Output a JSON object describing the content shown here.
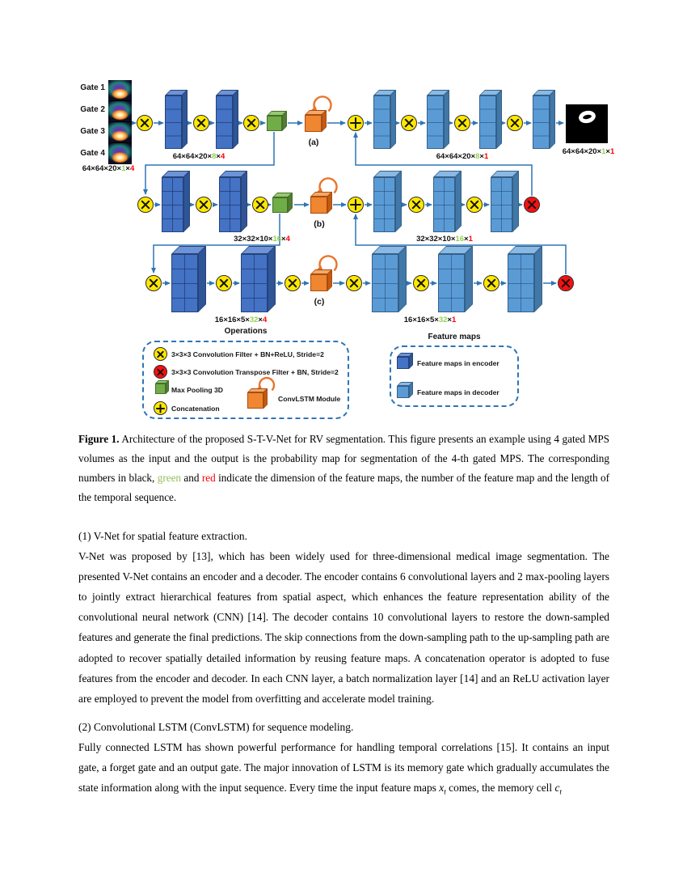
{
  "figure": {
    "gates": [
      "Gate 1",
      "Gate 2",
      "Gate 3",
      "Gate 4"
    ],
    "tags": {
      "a": "(a)",
      "b": "(b)",
      "c": "(c)"
    },
    "dims": {
      "input": {
        "prefix": "64×64×20×",
        "fm": "1",
        "sep": "×",
        "t": "4"
      },
      "a_enc": {
        "prefix": "64×64×20×",
        "fm": "8",
        "sep": "×",
        "t": "4"
      },
      "a_dec": {
        "prefix": "64×64×20×",
        "fm": "8",
        "sep": "×",
        "t": "1"
      },
      "a_out": {
        "prefix": "64×64×20×",
        "fm": "1",
        "sep": "×",
        "t": "1"
      },
      "b_enc": {
        "prefix": "32×32×10×",
        "fm": "16",
        "sep": "×",
        "t": "4"
      },
      "b_dec": {
        "prefix": "32×32×10×",
        "fm": "16",
        "sep": "×",
        "t": "1"
      },
      "c_enc": {
        "prefix": "16×16×5×",
        "fm": "32",
        "sep": "×",
        "t": "4"
      },
      "c_dec": {
        "prefix": "16×16×5×",
        "fm": "32",
        "sep": "×",
        "t": "1"
      }
    },
    "legend_operations": {
      "title": "Operations",
      "items": [
        "3×3×3 Convolution Filter + BN+ReLU, Stride=2",
        "3×3×3 Convolution Transpose Filter + BN, Stride=2",
        "Max Pooling 3D",
        "Concatenation",
        "ConvLSTM Module"
      ]
    },
    "legend_features": {
      "title": "Feature maps",
      "items": [
        "Feature maps in encoder",
        "Feature maps in decoder"
      ]
    },
    "colors": {
      "encoder": "#4472C4",
      "decoder": "#5B9BD5",
      "conv": "#FFE800",
      "deconv": "#FA0F0F",
      "pool": "#70AD47",
      "lstm": "#F0862F",
      "green_text": "#92D050",
      "red_text": "#FF0000",
      "arrow": "#2E75B6"
    }
  },
  "caption": {
    "label": "Figure 1.",
    "t1": " Architecture of the proposed S-T-V-Net for RV segmentation. This figure presents an example using 4 gated MPS volumes as the input and the output is the probability map for segmentation of the 4-th gated MPS. The corresponding numbers in black, ",
    "green_word": "green",
    "t2": " and ",
    "red_word": "red",
    "t3": " indicate the dimension of the feature maps, the number of the feature map and the length of the temporal sequence."
  },
  "sections": [
    {
      "heading": "(1) V-Net for spatial feature extraction.",
      "body": "V-Net was proposed by [13], which has been widely used for three-dimensional medical image segmentation. The presented V-Net contains an encoder and a decoder. The encoder contains 6 convolutional layers and 2 max-pooling layers to jointly extract hierarchical features from spatial aspect, which enhances the feature representation ability of the convolutional neural network (CNN) [14]. The decoder contains 10 convolutional layers to restore the down-sampled features and generate the final predictions. The skip connections from the down-sampling path to the up-sampling path are adopted to recover spatially detailed information by reusing feature maps. A concatenation operator is adopted to fuse features from the encoder and decoder. In each CNN layer, a batch normalization layer [14] and an ReLU activation layer are employed to prevent the model from overfitting and accelerate model training."
    },
    {
      "heading": "(2) Convolutional LSTM (ConvLSTM) for sequence modeling.",
      "body_t1": "Fully connected LSTM has shown powerful performance for handling temporal correlations [15]. It contains an input gate, a forget gate and an output gate. The major innovation of LSTM is its memory gate which gradually accumulates the state information along with the input sequence. Every time the input feature maps ",
      "math1": "x",
      "sub1": "t",
      "body_t2": " comes, the memory cell ",
      "math2": "c",
      "sub2": "t"
    }
  ]
}
